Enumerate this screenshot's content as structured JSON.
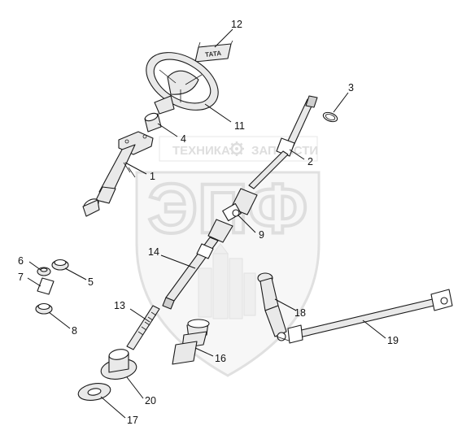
{
  "watermark": {
    "upper_text_left": "ТЕХНИКА",
    "upper_text_right": "ЗАПЧАСТИ",
    "main_letters": "ЭПФ",
    "gear_icon": "gear-icon",
    "color": "#c8c8c8"
  },
  "nameplate_text": "ТАТА",
  "callouts": [
    {
      "id": "12",
      "label": "12"
    },
    {
      "id": "3",
      "label": "3"
    },
    {
      "id": "4",
      "label": "4"
    },
    {
      "id": "11",
      "label": "11"
    },
    {
      "id": "2",
      "label": "2"
    },
    {
      "id": "1",
      "label": "1"
    },
    {
      "id": "9",
      "label": "9"
    },
    {
      "id": "14",
      "label": "14"
    },
    {
      "id": "6",
      "label": "6"
    },
    {
      "id": "5",
      "label": "5"
    },
    {
      "id": "7",
      "label": "7"
    },
    {
      "id": "8",
      "label": "8"
    },
    {
      "id": "13",
      "label": "13"
    },
    {
      "id": "18",
      "label": "18"
    },
    {
      "id": "19",
      "label": "19"
    },
    {
      "id": "16",
      "label": "16"
    },
    {
      "id": "20",
      "label": "20"
    },
    {
      "id": "17",
      "label": "17"
    }
  ]
}
